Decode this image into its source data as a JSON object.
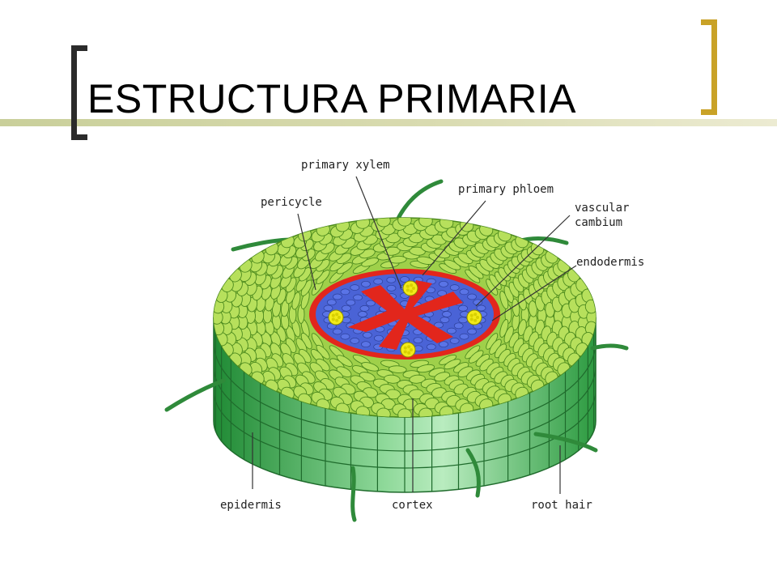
{
  "slide": {
    "title": "ESTRUCTURA PRIMARIA"
  },
  "diagram": {
    "labels": {
      "primary_xylem": "primary xylem",
      "primary_phloem": "primary phloem",
      "pericycle": "pericycle",
      "vascular_line1": "vascular",
      "vascular_line2": "cambium",
      "endodermis": "endodermis",
      "epidermis": "epidermis",
      "cortex": "cortex",
      "root_hair": "root hair"
    },
    "colors": {
      "cortex_top": "#9fd04a",
      "cortex_cell": "#b7e05c",
      "side_wall": "#3aa14a",
      "side_wall_light": "#7fcf85",
      "endodermis_red": "#e2261c",
      "stele_blue": "#4a63d6",
      "xylem_red": "#e2261c",
      "phloem_yellow": "#f2ea1a",
      "root_hair": "#2f8a3a",
      "title_accent": "#c9a227"
    }
  }
}
